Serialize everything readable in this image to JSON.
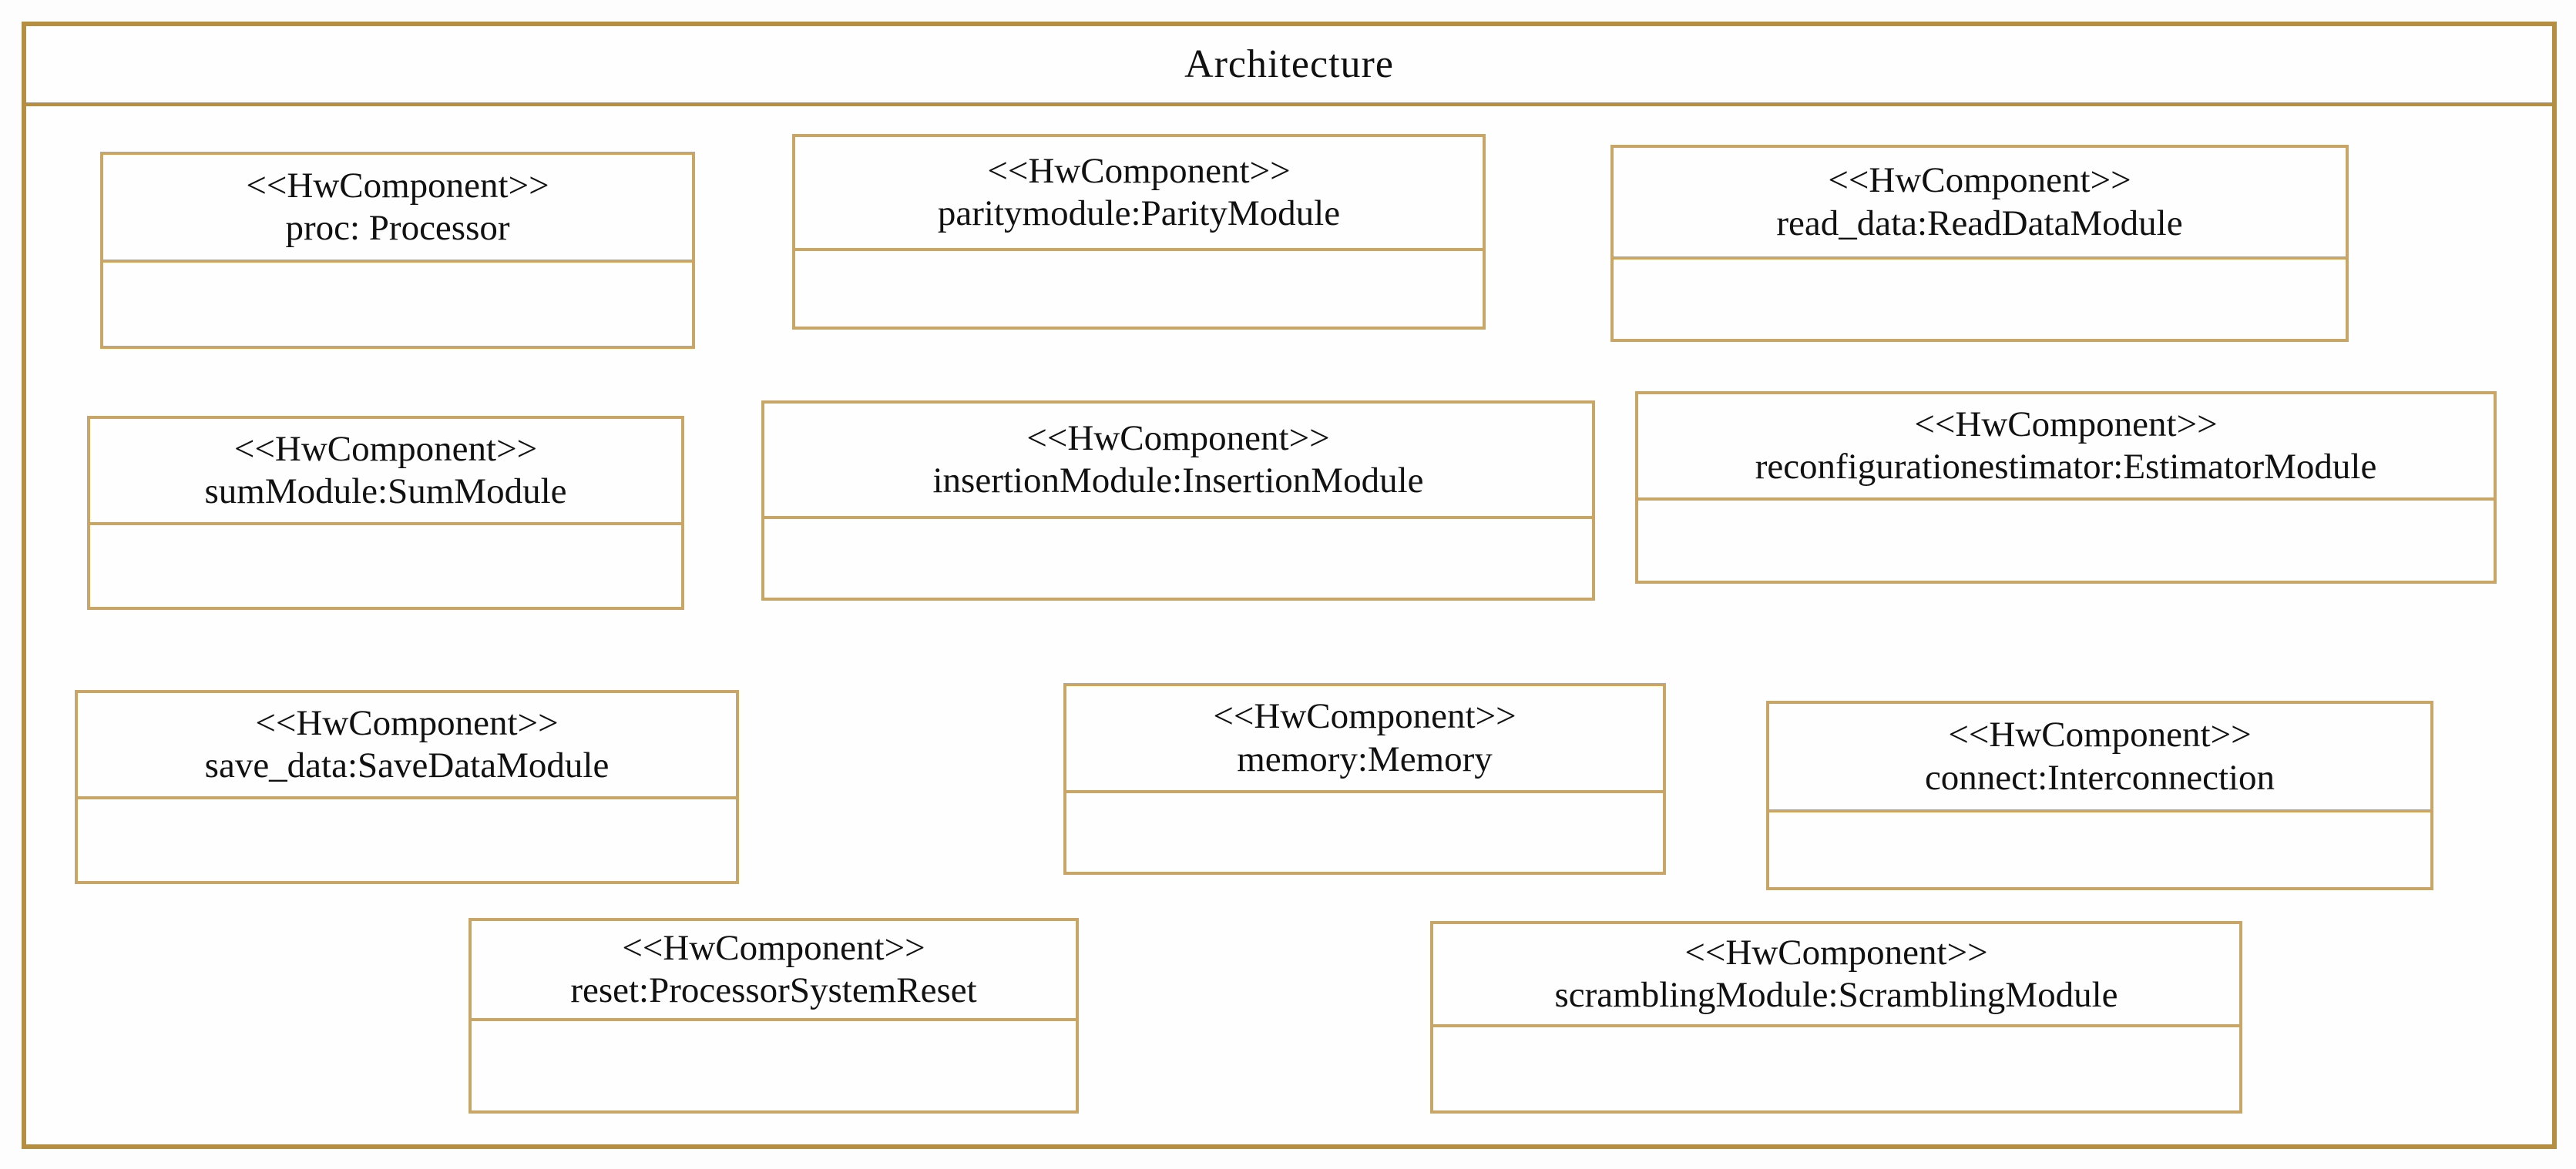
{
  "diagram": {
    "title": "Architecture",
    "type_label": "UML composite structure / hardware architecture diagram",
    "colors": {
      "frame_border": "#B58E42",
      "component_border": "#C9A566",
      "text": "#111111",
      "background": "#FEFEFE"
    }
  },
  "components": [
    {
      "id": "proc",
      "stereotype": "<<HwComponent>>",
      "name": "proc: Processor"
    },
    {
      "id": "paritymodule",
      "stereotype": "<<HwComponent>>",
      "name": "paritymodule:ParityModule"
    },
    {
      "id": "read_data",
      "stereotype": "<<HwComponent>>",
      "name": "read_data:ReadDataModule"
    },
    {
      "id": "sumModule",
      "stereotype": "<<HwComponent>>",
      "name": "sumModule:SumModule"
    },
    {
      "id": "insertionModule",
      "stereotype": "<<HwComponent>>",
      "name": "insertionModule:InsertionModule"
    },
    {
      "id": "reconfigurationestimator",
      "stereotype": "<<HwComponent>>",
      "name": "reconfigurationestimator:EstimatorModule"
    },
    {
      "id": "save_data",
      "stereotype": "<<HwComponent>>",
      "name": "save_data:SaveDataModule"
    },
    {
      "id": "memory",
      "stereotype": "<<HwComponent>>",
      "name": "memory:Memory"
    },
    {
      "id": "connect",
      "stereotype": "<<HwComponent>>",
      "name": "connect:Interconnection"
    },
    {
      "id": "reset",
      "stereotype": "<<HwComponent>>",
      "name": "reset:ProcessorSystemReset"
    },
    {
      "id": "scramblingModule",
      "stereotype": "<<HwComponent>>",
      "name": "scramblingModule:ScramblingModule"
    }
  ]
}
